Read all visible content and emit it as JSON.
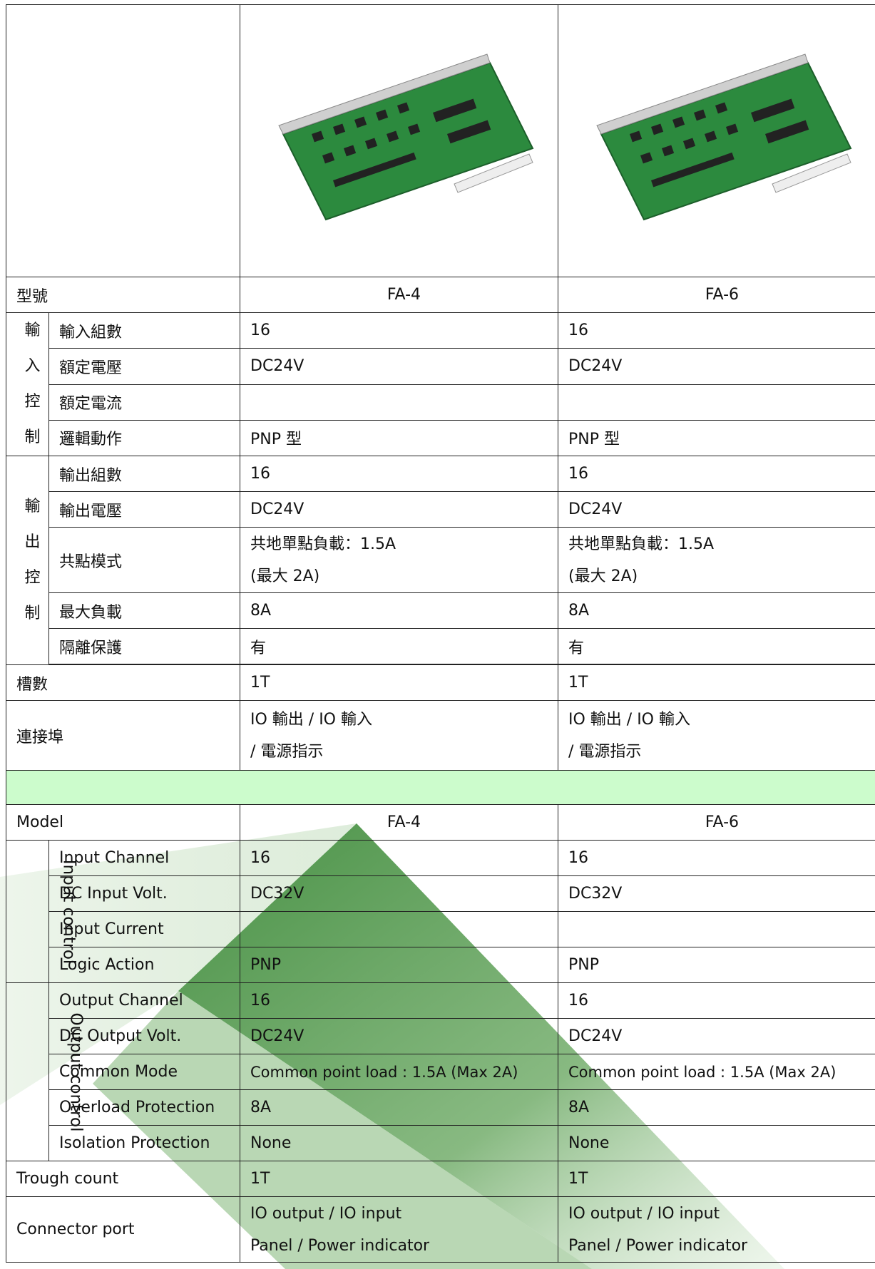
{
  "products": [
    {
      "image_alt": "FA-4 board"
    },
    {
      "image_alt": "FA-6 board"
    }
  ],
  "zh": {
    "model_label": "型號",
    "models": [
      "FA-4",
      "FA-6"
    ],
    "input_group": [
      "輸",
      "入",
      "控",
      "制"
    ],
    "output_group": [
      "輸",
      "出",
      "控",
      "制"
    ],
    "input_rows": [
      {
        "label": "輸入組數",
        "v1": "16",
        "v2": "16"
      },
      {
        "label": "額定電壓",
        "v1": "DC24V",
        "v2": "DC24V"
      },
      {
        "label": "額定電流",
        "v1": "",
        "v2": ""
      },
      {
        "label": "邏輯動作",
        "v1": "PNP 型",
        "v2": "PNP 型"
      }
    ],
    "output_rows": [
      {
        "label": "輸出組數",
        "v1": "16",
        "v2": "16"
      },
      {
        "label": "輸出電壓",
        "v1": "DC24V",
        "v2": "DC24V"
      },
      {
        "label": "共點模式",
        "v1a": "共地單點負載：1.5A",
        "v1b": "(最大 2A)",
        "v2a": "共地單點負載：1.5A",
        "v2b": "(最大 2A)"
      },
      {
        "label": "最大負載",
        "v1": "8A",
        "v2": "8A"
      },
      {
        "label": "隔離保護",
        "v1": "有",
        "v2": "有"
      }
    ],
    "slots": {
      "label": "槽數",
      "v1": "1T",
      "v2": "1T"
    },
    "connector": {
      "label": "連接埠",
      "v1a": "IO 輸出 / IO 輸入",
      "v1b": "/ 電源指示",
      "v2a": "IO 輸出 / IO 輸入",
      "v2b": "/ 電源指示"
    }
  },
  "en": {
    "model_label": "Model",
    "models": [
      "FA-4",
      "FA-6"
    ],
    "input_group": "Input control",
    "output_group": "Output control",
    "input_rows": [
      {
        "label": "Input Channel",
        "v1": "16",
        "v2": "16"
      },
      {
        "label": "DC Input Volt.",
        "v1": "DC32V",
        "v2": "DC32V"
      },
      {
        "label": "Input Current",
        "v1": "",
        "v2": ""
      },
      {
        "label": "Logic Action",
        "v1": "PNP",
        "v2": "PNP"
      }
    ],
    "output_rows": [
      {
        "label": "Output Channel",
        "v1": "16",
        "v2": "16"
      },
      {
        "label": "DC Output Volt.",
        "v1": "DC24V",
        "v2": "DC24V"
      },
      {
        "label": "Common Mode",
        "v1": "Common point load : 1.5A (Max 2A)",
        "v2": "Common point load : 1.5A (Max 2A)"
      },
      {
        "label": "Overload Protection",
        "v1": "8A",
        "v2": "8A"
      },
      {
        "label": "Isolation Protection",
        "v1": "None",
        "v2": "None"
      }
    ],
    "trough": {
      "label": "Trough count",
      "v1": "1T",
      "v2": "1T"
    },
    "connector": {
      "label": "Connector port",
      "v1a": "IO output / IO input",
      "v1b": "Panel / Power indicator",
      "v2a": "IO output / IO input",
      "v2b": "Panel / Power indicator"
    }
  },
  "colors": {
    "band": "#ccfccc",
    "arrow": "#3d8a3a",
    "pcb": "#2c8a3e",
    "border": "#222222"
  }
}
